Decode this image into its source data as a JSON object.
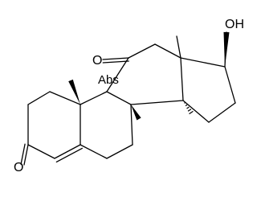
{
  "diagram": {
    "type": "structural-formula",
    "stroke_color": "#000000",
    "background_color": "#ffffff",
    "labels": {
      "ketone_o11": "O",
      "ketone_o3": "O",
      "hydroxyl": "OH",
      "substituent_9": "Abs"
    }
  }
}
